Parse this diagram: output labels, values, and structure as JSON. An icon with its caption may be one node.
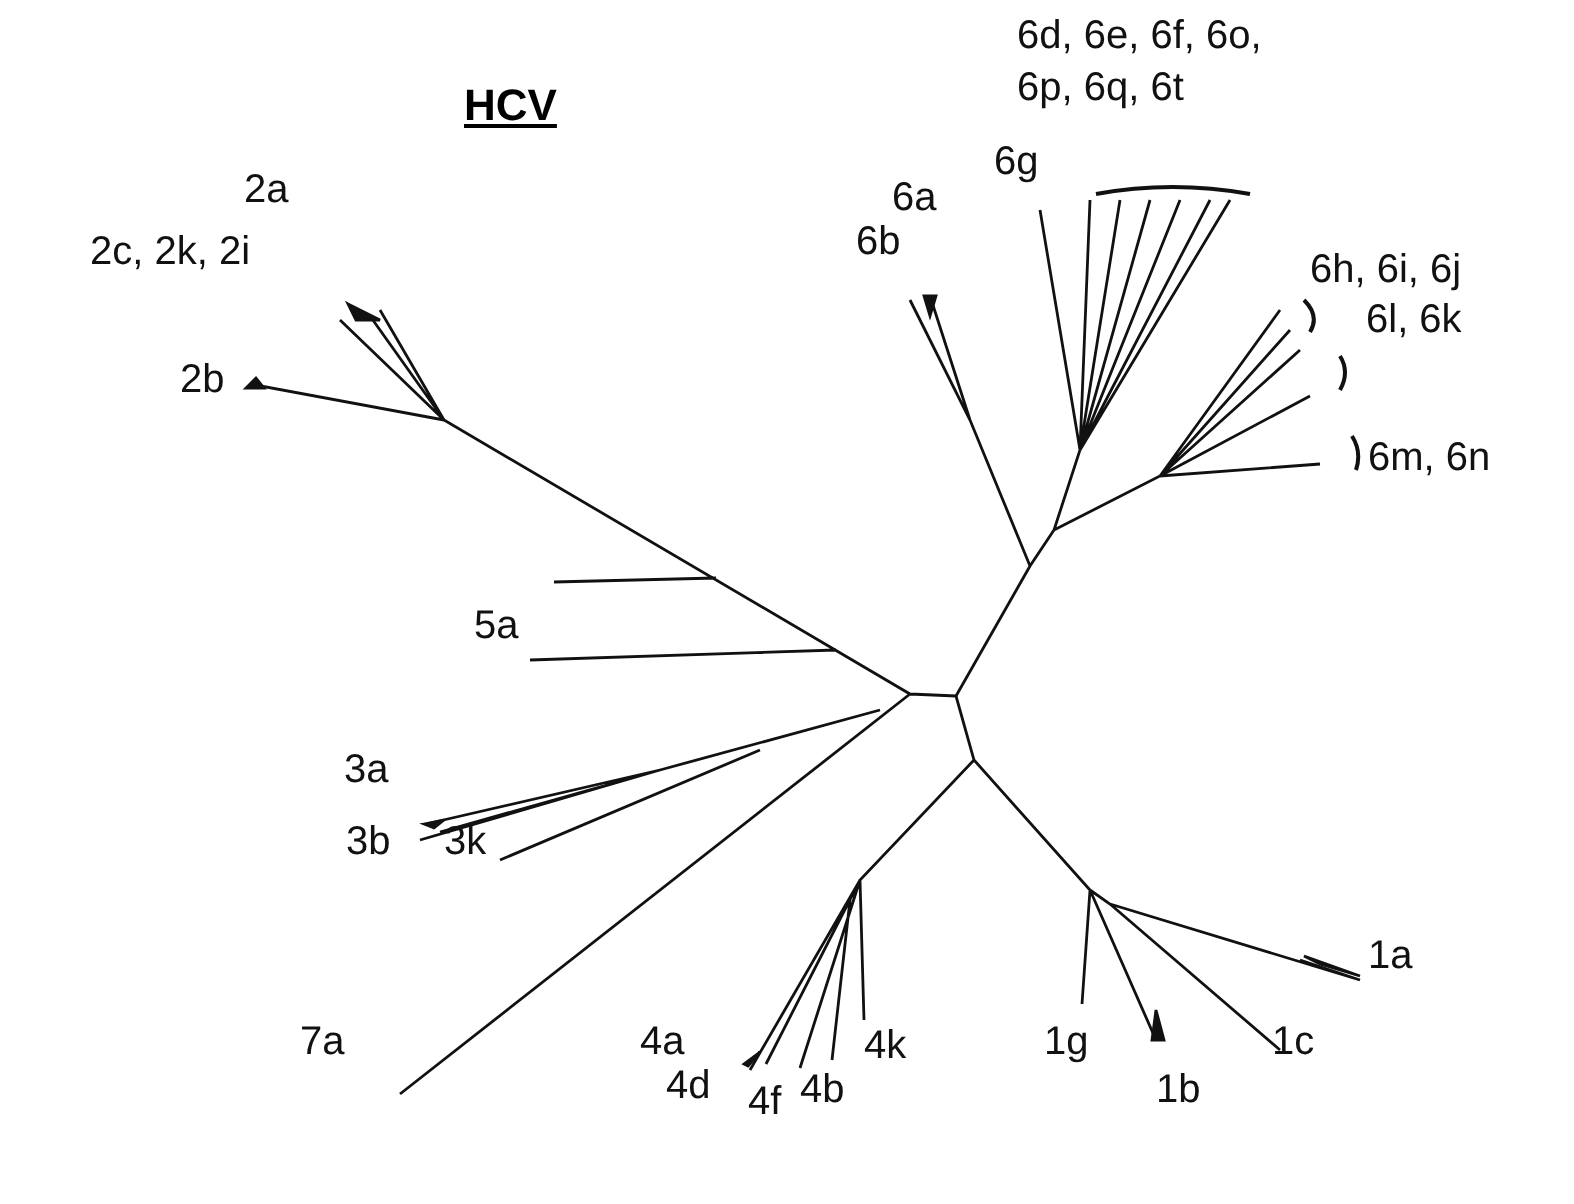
{
  "diagram": {
    "title": "HCV",
    "labels": [
      "6d, 6e, 6f, 6o, 6p, 6q, 6t",
      "6g",
      "2a",
      "6a",
      "6h, 6i, 6j",
      "2c, 2k, 2i",
      "6b",
      "6l, 6k",
      "2b",
      "6m, 6n",
      "5a",
      "3a",
      "3b",
      "3k",
      "7a",
      "1a",
      "4a",
      "4k",
      "1g",
      "1c",
      "4d",
      "4f",
      "4b",
      "1b"
    ]
  }
}
